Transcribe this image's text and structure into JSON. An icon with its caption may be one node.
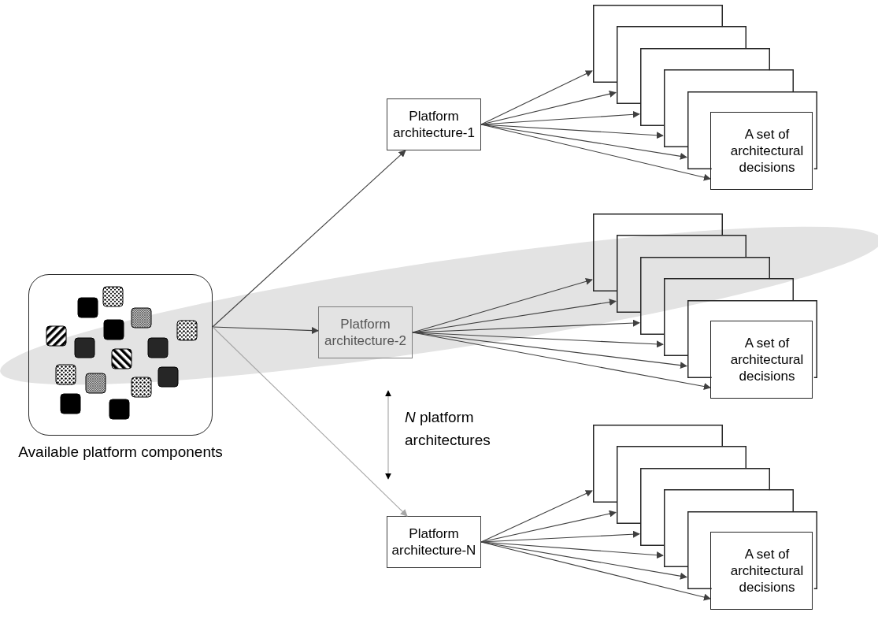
{
  "diagram": {
    "nodes": [
      {
        "text": [
          "Available platform components"
        ]
      },
      {
        "text": [
          "Platform architecture-1"
        ]
      },
      {
        "text": [],
        "shape": "box"
      },
      {
        "text": [],
        "shape": "box"
      },
      {
        "text": [],
        "shape": "box"
      },
      {
        "text": [],
        "shape": "box"
      },
      {
        "text": [],
        "shape": "box"
      },
      {
        "text": [
          "A set of architectural decisions"
        ]
      },
      {
        "text": [
          "Platform architecture-2"
        ]
      },
      {
        "text": [],
        "shape": "box"
      },
      {
        "text": [],
        "shape": "box"
      },
      {
        "text": [],
        "shape": "box"
      },
      {
        "text": [],
        "shape": "box"
      },
      {
        "text": [],
        "shape": "box"
      },
      {
        "text": [
          "A set of architectural decisions"
        ]
      },
      {
        "text": [
          "Platform architecture-N"
        ]
      },
      {
        "text": [],
        "shape": "box"
      },
      {
        "text": [],
        "shape": "box"
      },
      {
        "text": [],
        "shape": "box"
      },
      {
        "text": [],
        "shape": "box"
      },
      {
        "text": [],
        "shape": "box"
      },
      {
        "text": [
          "A set of architectural decisions"
        ]
      }
    ],
    "edges": [
      {
        "from": 0,
        "to": 1,
        "arrow": "to"
      },
      {
        "from": 0,
        "to": 8,
        "arrow": "to"
      },
      {
        "from": 0,
        "to": 15,
        "arrow": "to",
        "color": "#a6a6a6"
      },
      {
        "from": 1,
        "to": 2,
        "arrow": "to"
      },
      {
        "from": 1,
        "to": 3,
        "arrow": "to"
      },
      {
        "from": 1,
        "to": 4,
        "arrow": "to"
      },
      {
        "from": 1,
        "to": 5,
        "arrow": "to"
      },
      {
        "from": 1,
        "to": 6,
        "arrow": "to"
      },
      {
        "from": 1,
        "to": 7,
        "arrow": "to"
      },
      {
        "from": 8,
        "to": 9,
        "arrow": "to"
      },
      {
        "from": 8,
        "to": 10,
        "arrow": "to"
      },
      {
        "from": 8,
        "to": 11,
        "arrow": "to"
      },
      {
        "from": 8,
        "to": 12,
        "arrow": "to"
      },
      {
        "from": 8,
        "to": 13,
        "arrow": "to"
      },
      {
        "from": 8,
        "to": 14,
        "arrow": "to"
      },
      {
        "from": 15,
        "to": 16,
        "arrow": "to"
      },
      {
        "from": 15,
        "to": 17,
        "arrow": "to"
      },
      {
        "from": 15,
        "to": 18,
        "arrow": "to"
      },
      {
        "from": 15,
        "to": 19,
        "arrow": "to"
      },
      {
        "from": 15,
        "to": 20,
        "arrow": "to"
      },
      {
        "from": 15,
        "to": 21,
        "arrow": "to"
      }
    ],
    "labels": [
      "*N* platform architectures"
    ]
  }
}
